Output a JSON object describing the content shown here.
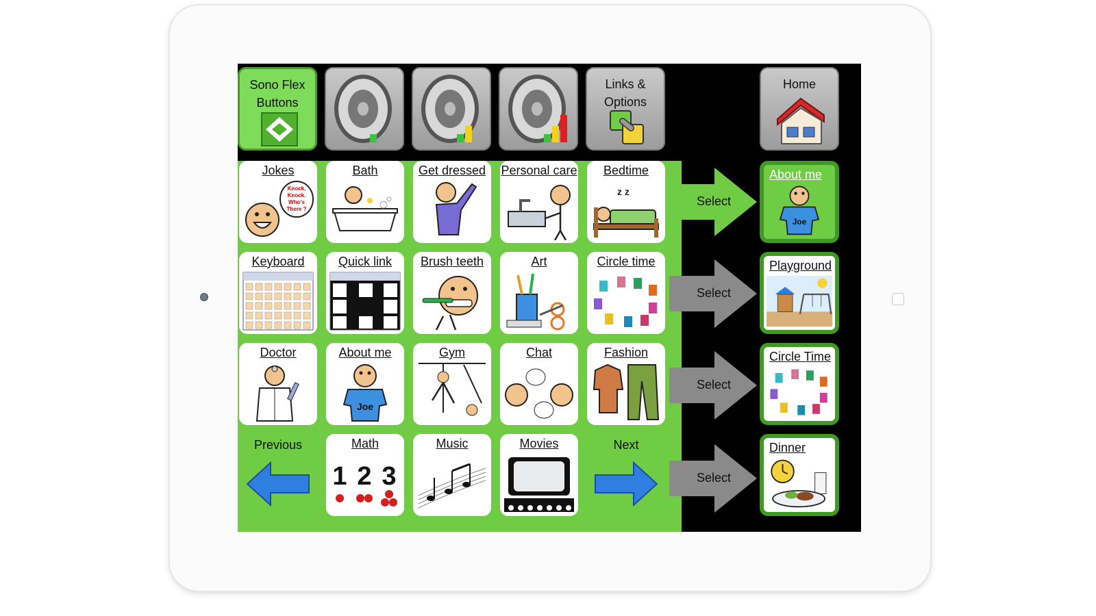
{
  "top_bar": {
    "sono_flex": "Sono Flex\nButtons",
    "speaker_1": "speaker-low-icon",
    "speaker_2": "speaker-medium-icon",
    "speaker_3": "speaker-high-icon",
    "links_options": "Links &\nOptions",
    "home": "Home"
  },
  "grid": {
    "row1": [
      "Jokes",
      "Bath",
      "Get dressed",
      "Personal care",
      "Bedtime"
    ],
    "row2": [
      "Keyboard",
      "Quick link",
      "Brush teeth",
      "Art",
      "Circle time"
    ],
    "row3": [
      "Doctor",
      "About me",
      "Gym",
      "Chat",
      "Fashion"
    ],
    "row4": [
      "Math",
      "Music",
      "Movies"
    ]
  },
  "joke_bubble": "Knock, Knock. Who's There ?",
  "shirt_name": "Joe",
  "nav": {
    "previous": "Previous",
    "next": "Next"
  },
  "select_label": "Select",
  "side": [
    "About me",
    "Playground",
    "Circle Time",
    "Dinner"
  ],
  "colors": {
    "accent_green": "#6fcc44",
    "border_green": "#3f9a22",
    "screen_bg": "#000000",
    "select_gray": "#8a8a8a"
  }
}
